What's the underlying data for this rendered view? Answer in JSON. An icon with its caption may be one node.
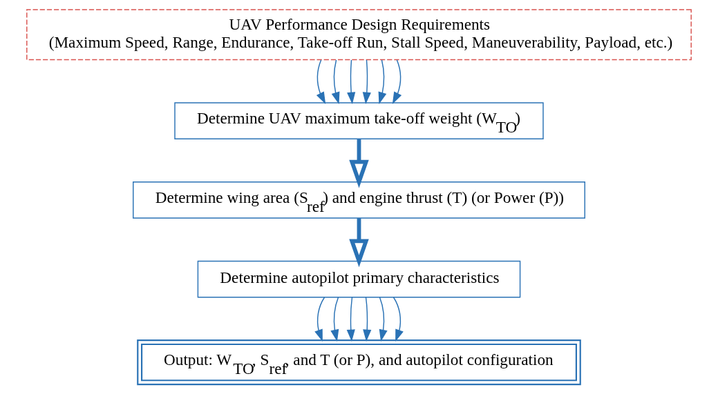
{
  "diagram": {
    "nodes": [
      {
        "text": [
          "UAV Performance Design Requirements",
          "(Maximum Speed, Range, Endurance, Take-off Run, Stall Speed, Maneuverability, Payload, etc.)"
        ]
      },
      {
        "text": [
          "Determine UAV maximum take-off weight (W$_{TO}$)"
        ]
      },
      {
        "text": [
          "Determine wing area (S$_{ref}$) and engine thrust (T) (or Power (P))"
        ]
      },
      {
        "text": [
          "Determine autopilot primary characteristics"
        ]
      },
      {
        "text": [
          "Output: W$_{TO}$, S$_{ref}$, and T (or P), and autopilot configuration"
        ]
      }
    ],
    "edges": [
      {
        "from": 0,
        "to": 1,
        "arrow": "to"
      },
      {
        "from": 0,
        "to": 1,
        "arrow": "to"
      },
      {
        "from": 0,
        "to": 1,
        "arrow": "to"
      },
      {
        "from": 0,
        "to": 1,
        "arrow": "to"
      },
      {
        "from": 0,
        "to": 1,
        "arrow": "to"
      },
      {
        "from": 0,
        "to": 1,
        "arrow": "to"
      },
      {
        "from": 1,
        "to": 2,
        "arrow": "to",
        "style": "thick"
      },
      {
        "from": 2,
        "to": 3,
        "arrow": "to",
        "style": "thick"
      },
      {
        "from": 3,
        "to": 4,
        "arrow": "to"
      },
      {
        "from": 3,
        "to": 4,
        "arrow": "to"
      },
      {
        "from": 3,
        "to": 4,
        "arrow": "to"
      },
      {
        "from": 3,
        "to": 4,
        "arrow": "to"
      },
      {
        "from": 3,
        "to": 4,
        "arrow": "to"
      },
      {
        "from": 3,
        "to": 4,
        "arrow": "to"
      }
    ]
  }
}
